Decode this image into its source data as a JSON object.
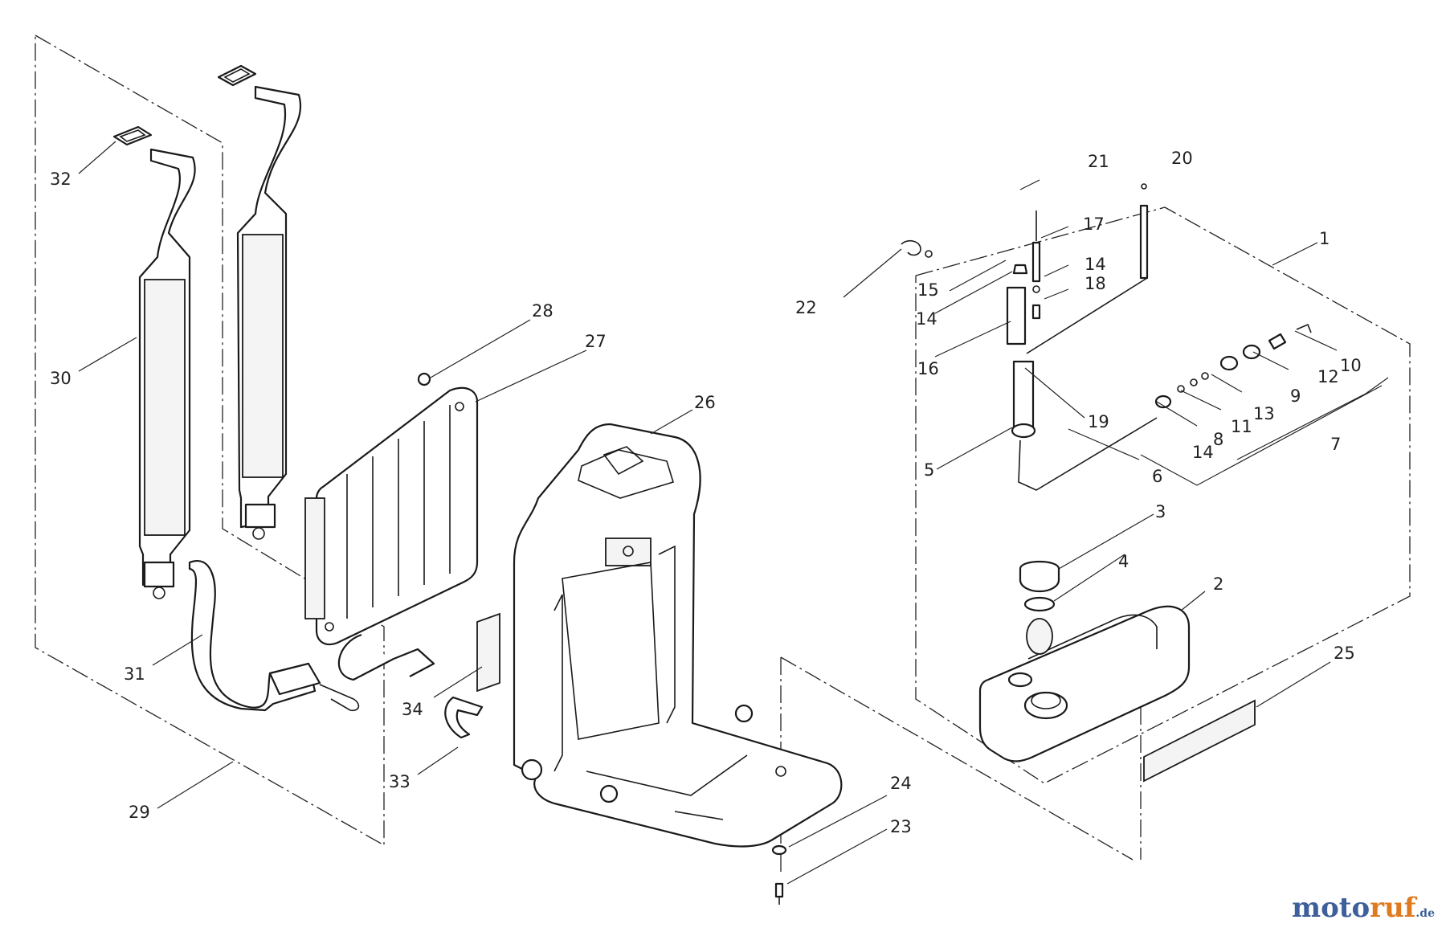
{
  "diagram": {
    "callouts": [
      {
        "id": "n1",
        "text": "1"
      },
      {
        "id": "n2",
        "text": "2"
      },
      {
        "id": "n3",
        "text": "3"
      },
      {
        "id": "n4",
        "text": "4"
      },
      {
        "id": "n5",
        "text": "5"
      },
      {
        "id": "n6",
        "text": "6"
      },
      {
        "id": "n7",
        "text": "7"
      },
      {
        "id": "n8",
        "text": "8"
      },
      {
        "id": "n9",
        "text": "9"
      },
      {
        "id": "n10",
        "text": "10"
      },
      {
        "id": "n11",
        "text": "11"
      },
      {
        "id": "n12",
        "text": "12"
      },
      {
        "id": "n13",
        "text": "13"
      },
      {
        "id": "n14a",
        "text": "14"
      },
      {
        "id": "n14b",
        "text": "14"
      },
      {
        "id": "n14c",
        "text": "14"
      },
      {
        "id": "n15",
        "text": "15"
      },
      {
        "id": "n16",
        "text": "16"
      },
      {
        "id": "n17",
        "text": "17"
      },
      {
        "id": "n18",
        "text": "18"
      },
      {
        "id": "n19",
        "text": "19"
      },
      {
        "id": "n20",
        "text": "20"
      },
      {
        "id": "n21",
        "text": "21"
      },
      {
        "id": "n22",
        "text": "22"
      },
      {
        "id": "n23",
        "text": "23"
      },
      {
        "id": "n24",
        "text": "24"
      },
      {
        "id": "n25",
        "text": "25"
      },
      {
        "id": "n26",
        "text": "26"
      },
      {
        "id": "n27",
        "text": "27"
      },
      {
        "id": "n28",
        "text": "28"
      },
      {
        "id": "n29",
        "text": "29"
      },
      {
        "id": "n30",
        "text": "30"
      },
      {
        "id": "n31",
        "text": "31"
      },
      {
        "id": "n32",
        "text": "32"
      },
      {
        "id": "n33",
        "text": "33"
      },
      {
        "id": "n34",
        "text": "34"
      }
    ]
  },
  "watermark": {
    "part1": "moto",
    "part2": "ruf",
    "suffix": ".de",
    "colors": {
      "primary": "#3d5f9a",
      "accent": "#e07a1f"
    }
  }
}
